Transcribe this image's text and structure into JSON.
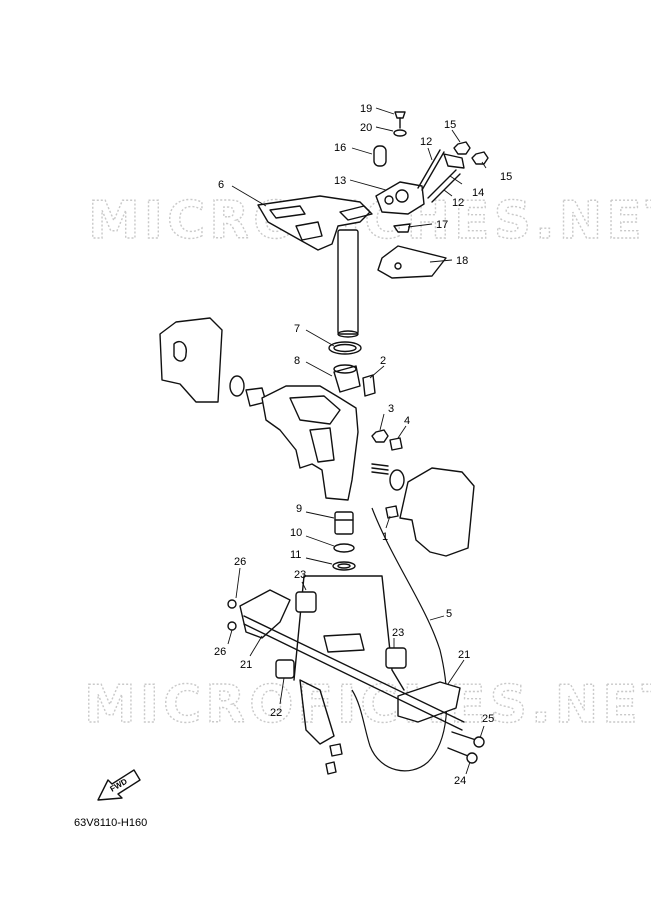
{
  "watermark": "MICROFICHES.NET",
  "diagram_code": "63V8110-H160",
  "fwd_label": "FWD",
  "callouts": {
    "c19": "19",
    "c20": "20",
    "c16": "16",
    "c12a": "12",
    "c15a": "15",
    "c15b": "15",
    "c14": "14",
    "c13": "13",
    "c12b": "12",
    "c6": "6",
    "c17": "17",
    "c18": "18",
    "c7": "7",
    "c8": "8",
    "c2": "2",
    "c3": "3",
    "c4": "4",
    "c9": "9",
    "c10": "10",
    "c11": "11",
    "c1": "1",
    "c5": "5",
    "c26a": "26",
    "c23a": "23",
    "c26b": "26",
    "c21a": "21",
    "c23b": "23",
    "c21b": "21",
    "c22": "22",
    "c25": "25",
    "c24": "24"
  }
}
